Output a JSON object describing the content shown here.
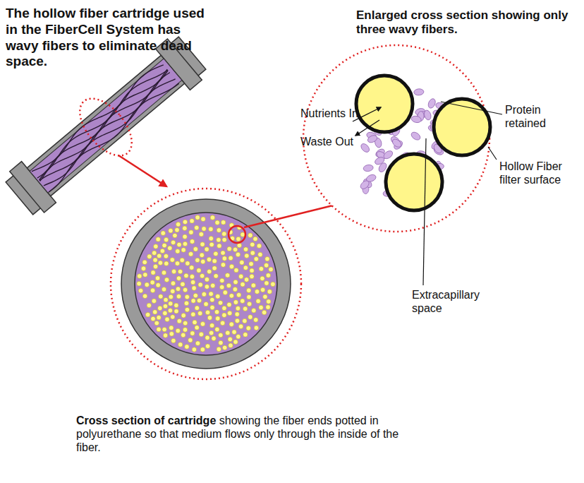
{
  "diagram": {
    "title": "The hollow fiber cartridge used in the FiberCell System has wavy fibers to eliminate dead space.",
    "labels": [
      "Enlarged cross section showing only three wavy fibers.",
      "Nutrients In",
      "Waste Out",
      "Protein retained",
      "Hollow Fiber filter surface",
      "Extracapillary space",
      "Cross section of cartridge",
      "showing the fiber ends potted in polyurethane so that medium flows only through the inside of the fiber."
    ]
  }
}
